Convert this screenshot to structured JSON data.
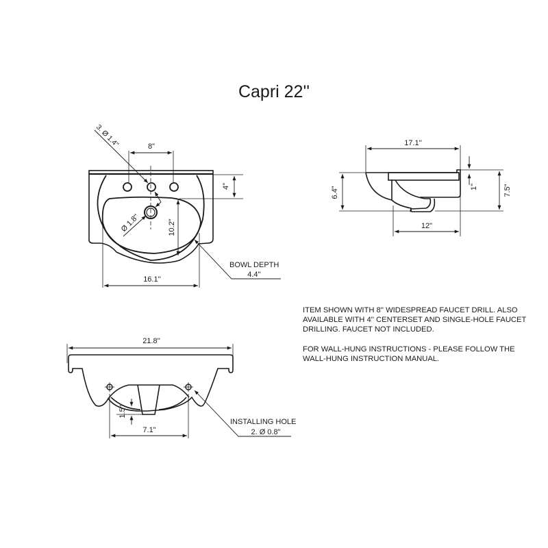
{
  "title": "Capri 22''",
  "top_view": {
    "faucet_holes_label": "3. Ø 1.4\"",
    "faucet_spread": "8\"",
    "hole_to_bowl": "4\"",
    "drain_label": "Ø 1.8\"",
    "bowl_length": "10.2\"",
    "bowl_width": "16.1''",
    "bowl_depth_label": "BOWL DEPTH",
    "bowl_depth_value": "4.4''"
  },
  "side_view": {
    "overall_depth": "17.1''",
    "front_height": "6.4\"",
    "rim_thickness": "1\"",
    "overall_height": "7.5\"",
    "base_depth": "12\""
  },
  "front_view": {
    "overall_width": "21.8''",
    "drop": "1.5\"",
    "hole_spacing": "7.1\"",
    "installing_hole_label": "INSTALLING HOLE",
    "installing_hole_value": "2. Ø 0.8\""
  },
  "notes": {
    "paragraph_1": "ITEM SHOWN WITH 8'' WIDESPREAD FAUCET DRILL. ALSO AVAILABLE WITH 4'' CENTERSET AND SINGLE-HOLE FAUCET DRILLING. FAUCET NOT INCLUDED.",
    "paragraph_2": "FOR WALL-HUNG INSTRUCTIONS - PLEASE FOLLOW THE WALL-HUNG INSTRUCTION MANUAL."
  }
}
